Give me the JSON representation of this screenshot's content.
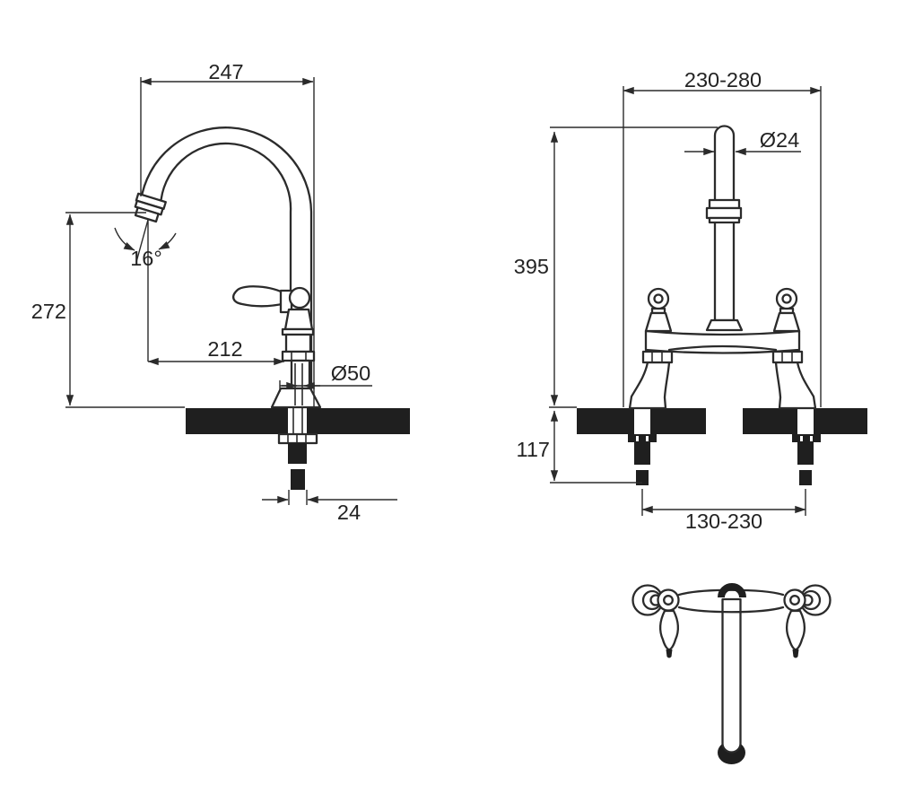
{
  "drawing": {
    "type": "faucet-technical-dimension-drawing",
    "background_color": "#ffffff",
    "line_color": "#2b2b2b",
    "solid_fill_color": "#1f1f1f",
    "side_view": {
      "name": "side view (gooseneck spout faucet)",
      "labels": {
        "spout_width": "247",
        "spout_height": "272",
        "spout_reach": "212",
        "base_diameter": "Ø50",
        "shank_width": "24",
        "swivel_angle": "16°"
      }
    },
    "front_view": {
      "name": "front view (bridge mixer on worktop)",
      "labels": {
        "overall_width_range": "230-280",
        "spout_diameter": "Ø24",
        "overall_height": "395",
        "under_counter_depth": "117",
        "hole_spacing_range": "130-230"
      }
    },
    "top_view": {
      "name": "top view (plan of bridge mixer)"
    }
  }
}
